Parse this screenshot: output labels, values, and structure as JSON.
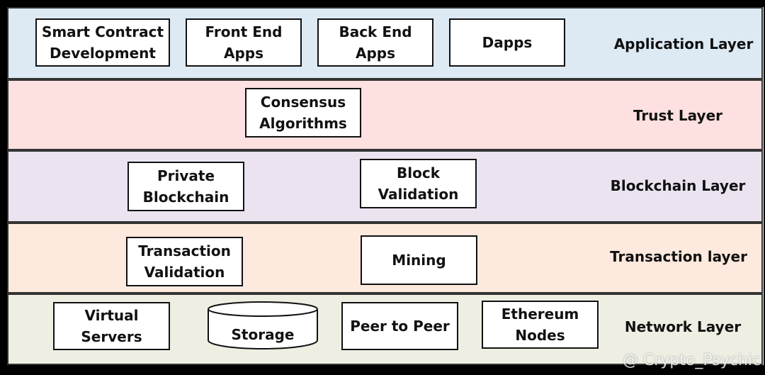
{
  "colors": {
    "application": "#dde9f3",
    "trust": "#fde0e0",
    "blockchain": "#ebe4f0",
    "transaction": "#fde9dd",
    "network": "#eeeee3"
  },
  "layers": {
    "application": {
      "label": "Application Layer",
      "boxes": [
        "Smart Contract\nDevelopment",
        "Front End\nApps",
        "Back End\nApps",
        "Dapps"
      ]
    },
    "trust": {
      "label": "Trust Layer",
      "boxes": [
        "Consensus\nAlgorithms"
      ]
    },
    "blockchain": {
      "label": "Blockchain Layer",
      "boxes": [
        "Private\nBlockchain",
        "Block\nValidation"
      ]
    },
    "transaction": {
      "label": "Transaction layer",
      "boxes": [
        "Transaction\nValidation",
        "Mining"
      ]
    },
    "network": {
      "label": "Network Layer",
      "boxes": [
        "Virtual\nServers",
        "Storage",
        "Peer to Peer",
        "Ethereum\nNodes"
      ]
    }
  },
  "watermark": "@ Crypto_Psychic"
}
